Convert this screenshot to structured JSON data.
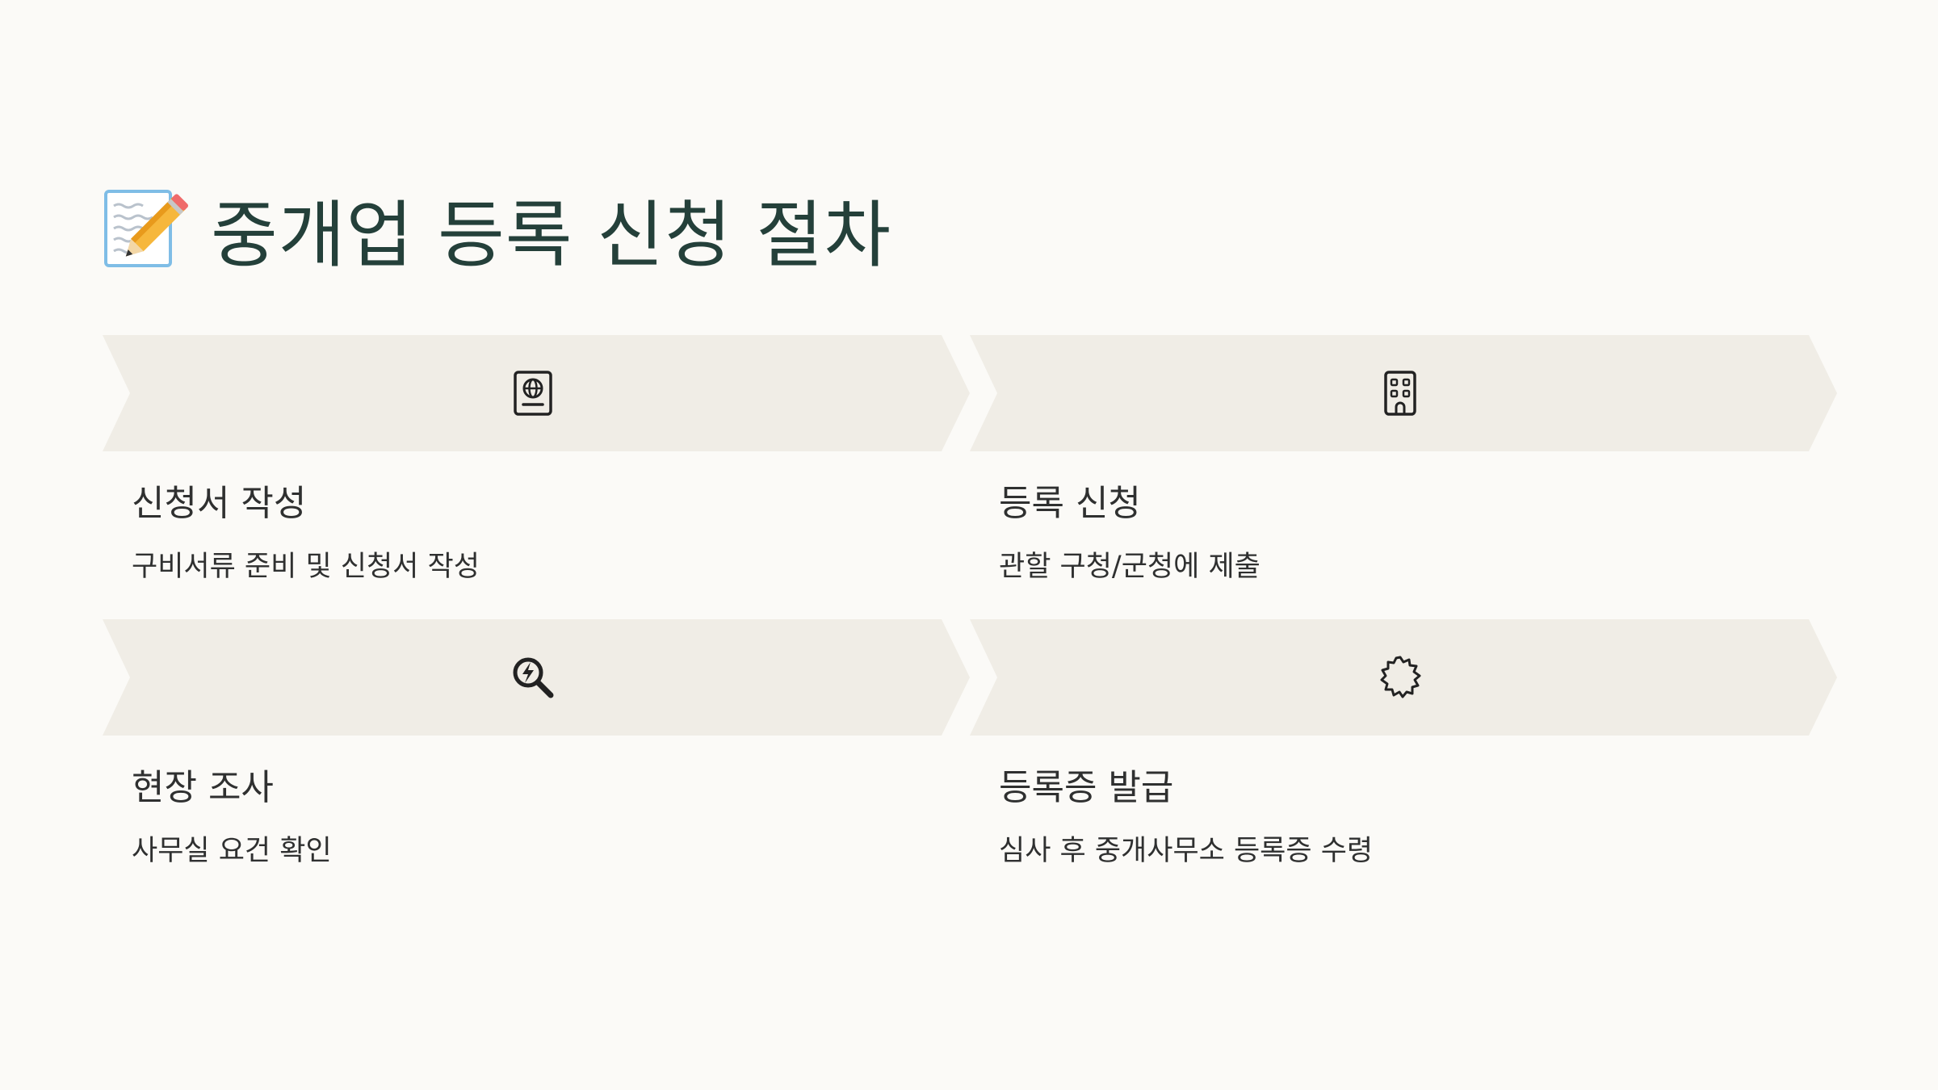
{
  "title": {
    "icon": "memo-pencil-icon",
    "text": "중개업 등록 신청 절차"
  },
  "colors": {
    "background": "#fbfaf7",
    "chevron_fill": "#f0ede6",
    "title_text": "#24403a",
    "body_text": "#2f3030"
  },
  "steps": [
    {
      "icon": "passport-icon",
      "title": "신청서 작성",
      "description": "구비서류 준비 및 신청서 작성"
    },
    {
      "icon": "building-icon",
      "title": "등록 신청",
      "description": "관할 구청/군청에 제출"
    },
    {
      "icon": "search-inspect-icon",
      "title": "현장 조사",
      "description": "사무실 요건 확인"
    },
    {
      "icon": "certificate-seal-icon",
      "title": "등록증 발급",
      "description": "심사 후 중개사무소 등록증 수령"
    }
  ]
}
